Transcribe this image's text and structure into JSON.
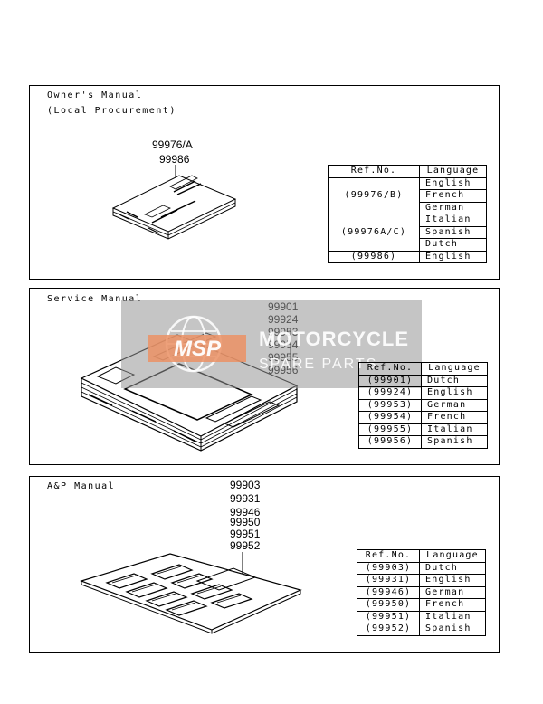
{
  "owners": {
    "title": "Owner's Manual",
    "subtitle": "(Local Procurement)",
    "callouts": [
      "99976/A",
      "99986"
    ],
    "table_headers": [
      "Ref.No.",
      "Language"
    ],
    "groups": [
      {
        "ref": "(99976/B)",
        "languages": [
          "English",
          "French",
          "German"
        ]
      },
      {
        "ref": "(99976A/C)",
        "languages": [
          "Italian",
          "Spanish",
          "Dutch"
        ]
      },
      {
        "ref": "(99986)",
        "languages": [
          "English"
        ]
      }
    ]
  },
  "service": {
    "title": "Service Manual",
    "callouts": [
      "99901",
      "99924",
      "99953",
      "99954",
      "99955",
      "99956"
    ],
    "table_headers": [
      "Ref.No.",
      "Language"
    ],
    "rows": [
      {
        "ref": "(99901)",
        "language": "Dutch"
      },
      {
        "ref": "(99924)",
        "language": "English"
      },
      {
        "ref": "(99953)",
        "language": "German"
      },
      {
        "ref": "(99954)",
        "language": "French"
      },
      {
        "ref": "(99955)",
        "language": "Italian"
      },
      {
        "ref": "(99956)",
        "language": "Spanish"
      }
    ]
  },
  "ap": {
    "title": "A&P Manual",
    "callouts": [
      "99903",
      "99931",
      "99946",
      "99950",
      "99951",
      "99952"
    ],
    "table_headers": [
      "Ref.No.",
      "Language"
    ],
    "rows": [
      {
        "ref": "(99903)",
        "language": "Dutch"
      },
      {
        "ref": "(99931)",
        "language": "English"
      },
      {
        "ref": "(99946)",
        "language": "German"
      },
      {
        "ref": "(99950)",
        "language": "French"
      },
      {
        "ref": "(99951)",
        "language": "Italian"
      },
      {
        "ref": "(99952)",
        "language": "Spanish"
      }
    ]
  },
  "watermark": {
    "logo": "MSP",
    "line1": "MOTORCYCLE",
    "line2": "SPARE PARTS"
  }
}
